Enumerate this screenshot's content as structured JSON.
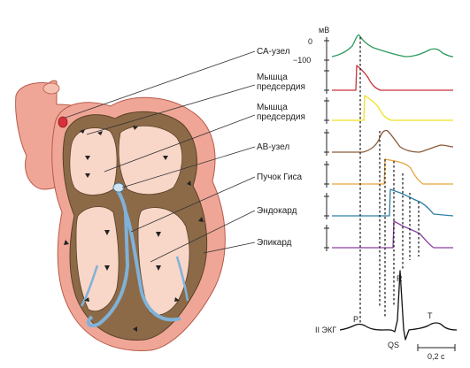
{
  "labels": {
    "sa_node": "СА-узел",
    "atria_1": [
      "Мышца",
      "предсердия"
    ],
    "atria_2": [
      "Мышца",
      "предсердия"
    ],
    "av_node": "АВ-узел",
    "his_bundle": "Пучок Гиса",
    "endocardium": "Эндокард",
    "epicardium": "Эпикард"
  },
  "axis": {
    "unit": "мВ",
    "tick_top": "0",
    "tick_bottom": "−100"
  },
  "ecg": {
    "lead_label": "II ЭКГ",
    "wave_p": "P",
    "wave_r": "R",
    "wave_qs": "QS",
    "wave_t": "T",
    "scale_label": "0,2 с"
  },
  "colors": {
    "sa_node": "#2e9a5c",
    "atria_1": "#c8323a",
    "atria_2": "#f0e020",
    "av_node": "#8a5a3a",
    "his_bundle": "#e7a43a",
    "endocardium": "#2c7fa6",
    "epicardium": "#8a3fa0",
    "heart_outer": "#f0a696",
    "heart_inner": "#f8d6c8",
    "myocardium": "#8c6a48",
    "conduction": "#7fb2d8"
  }
}
